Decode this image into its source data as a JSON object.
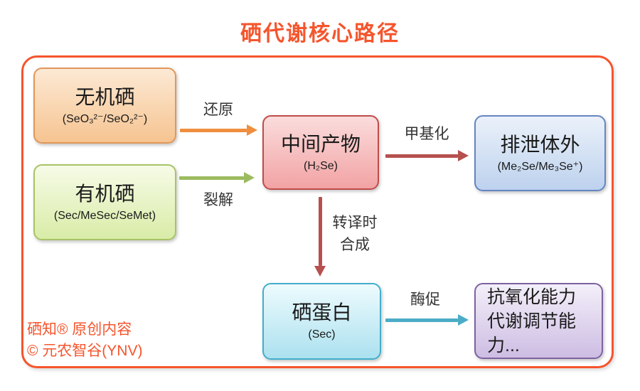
{
  "title": "硒代谢核心路径",
  "boxes": {
    "inorganic": {
      "title": "无机硒",
      "sub": "(SeO₃²⁻/SeO₂²⁻)"
    },
    "organic": {
      "title": "有机硒",
      "sub": "(Sec/MeSec/SeMet)"
    },
    "intermediate": {
      "title": "中间产物",
      "sub": "(H₂Se)"
    },
    "excretion": {
      "title": "排泄体外",
      "sub": "(Me₂Se/Me₃Se⁺)"
    },
    "selenoprotein": {
      "title": "硒蛋白",
      "sub": "(Sec)"
    },
    "function": {
      "line1": "抗氧化能力",
      "line2": "代谢调节能力..."
    }
  },
  "arrows": {
    "reduction": "还原",
    "cleavage": "裂解",
    "methylation": "甲基化",
    "translation_line1": "转译时",
    "translation_line2": "合成",
    "enzymatic": "酶促"
  },
  "footer": {
    "line1": "硒知® 原创内容",
    "line2": "© 元农智谷(YNV)"
  },
  "colors": {
    "accent": "#F5552D",
    "ink": "#333333",
    "arrow_orange": "#EF8E3E",
    "arrow_green": "#9CBB5F",
    "arrow_red": "#B5504E",
    "arrow_teal": "#4BACC6",
    "box1_top": "#FCE9D4",
    "box1_bottom": "#F6C491",
    "box1_border": "#E0975B",
    "box2_top": "#F6FBE7",
    "box2_bottom": "#D9ECA7",
    "box2_border": "#A8C366",
    "box3_top": "#FBDCDC",
    "box3_bottom": "#F2A3A4",
    "box3_border": "#BF4C49",
    "box4_top": "#EBF1FA",
    "box4_bottom": "#BDD2EE",
    "box4_border": "#6585C1",
    "box5_top": "#EDFBFE",
    "box5_bottom": "#ACE1EF",
    "box5_border": "#43AECC",
    "box6_top": "#F3EFF9",
    "box6_bottom": "#CDBDE3",
    "box6_border": "#7E62A1"
  }
}
